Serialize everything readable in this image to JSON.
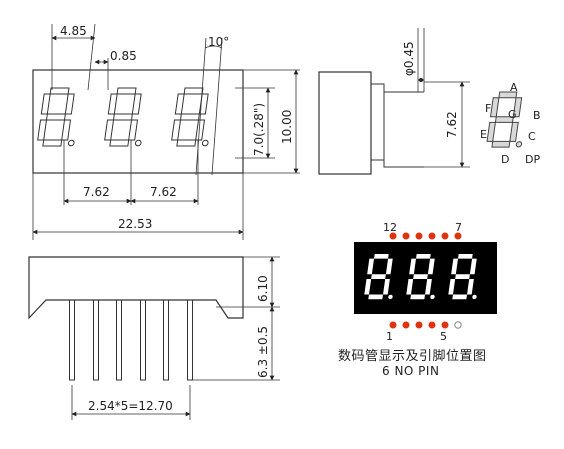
{
  "front_view": {
    "dims": {
      "segment_width": "4.85",
      "dp_gap": "0.85",
      "slant_angle": "10°",
      "pitch_1": "7.62",
      "pitch_2": "7.62",
      "total_width": "22.53",
      "digit_height": "7.0(.28\")",
      "body_height": "10.00"
    }
  },
  "side_view": {
    "dims": {
      "pin_diameter": "φ0.45",
      "row_spacing": "7.62"
    }
  },
  "segment_legend": {
    "labels": {
      "a": "A",
      "b": "B",
      "c": "C",
      "d": "D",
      "e": "E",
      "f": "F",
      "g": "G",
      "dp": "DP"
    }
  },
  "bottom_view": {
    "dims": {
      "height": "6.10",
      "pin_length": "6.3 ±0.5",
      "pin_pitch": "2.54*5=12.70"
    }
  },
  "pinout": {
    "pin_labels": {
      "top_left": "12",
      "top_right": "7",
      "bottom_left": "1",
      "bottom_right": "5"
    },
    "display_digits": [
      "8.",
      "8.",
      "8."
    ],
    "caption_cn": "数码管显示及引脚位置图",
    "caption_en": "6 NO PIN",
    "colors": {
      "pin": "#dd3311",
      "display_bg": "#000000",
      "segment": "#ffffff"
    }
  }
}
